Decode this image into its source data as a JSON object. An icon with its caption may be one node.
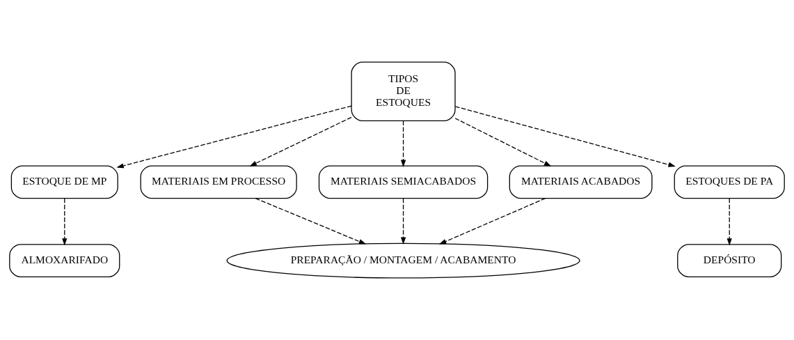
{
  "diagram": {
    "nodes": [
      {
        "text": [
          "TIPOS DE ESTOQUES"
        ]
      },
      {
        "text": [
          "ESTOQUE DE MP"
        ]
      },
      {
        "text": [
          "MATERIAIS EM PROCESSO"
        ]
      },
      {
        "text": [
          "MATERIAIS SEMIACABADOS"
        ]
      },
      {
        "text": [
          "MATERIAIS ACABADOS"
        ]
      },
      {
        "text": [
          "ESTOQUES DE PA"
        ]
      },
      {
        "text": [
          "ALMOXARIFADO"
        ]
      },
      {
        "text": [
          "PREPARAÇÃO / MONTAGEM / ACABAMENTO"
        ]
      },
      {
        "text": [
          "DEPÓSITO"
        ]
      }
    ],
    "edges": [
      {
        "from": 0,
        "to": 1,
        "arrow": "to",
        "style": "dashed"
      },
      {
        "from": 0,
        "to": 2,
        "arrow": "to",
        "style": "dashed"
      },
      {
        "from": 0,
        "to": 3,
        "arrow": "to",
        "style": "dashed"
      },
      {
        "from": 0,
        "to": 4,
        "arrow": "to",
        "style": "dashed"
      },
      {
        "from": 0,
        "to": 5,
        "arrow": "to",
        "style": "dashed"
      },
      {
        "from": 1,
        "to": 6,
        "arrow": "to",
        "style": "dashed"
      },
      {
        "from": 2,
        "to": 7,
        "arrow": "to",
        "style": "dashed"
      },
      {
        "from": 3,
        "to": 7,
        "arrow": "to",
        "style": "dashed"
      },
      {
        "from": 4,
        "to": 7,
        "arrow": "to",
        "style": "dashed"
      },
      {
        "from": 5,
        "to": 8,
        "arrow": "to",
        "style": "dashed"
      }
    ]
  }
}
